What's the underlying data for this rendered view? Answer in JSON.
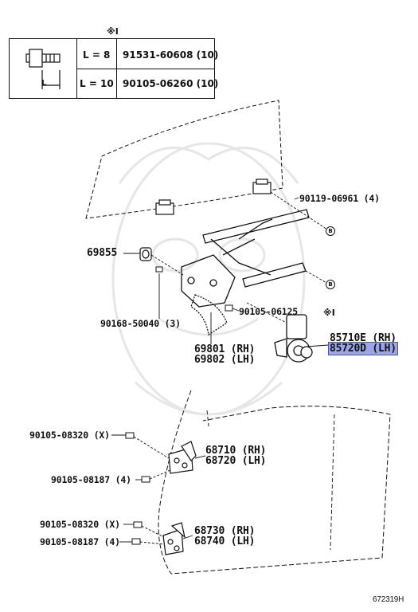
{
  "bolt_table": {
    "mark": "※I",
    "dimension_label": "L",
    "rows": [
      {
        "length": "L = 8",
        "part": "91531-60608 (10)"
      },
      {
        "length": "L = 10",
        "part": "90105-06260 (10)"
      }
    ]
  },
  "callouts": {
    "c1": "90119-06961 (4)",
    "c2": "69855",
    "c3": "90105-06125",
    "c4": "※I",
    "c5": "90168-50040 (3)",
    "c6a": "69801 (RH)",
    "c6b": "69802 (LH)",
    "c7a": "85710E (RH)",
    "c7b": "85720D (LH)",
    "c8": "90105-08320 (X)",
    "c9a": "68710 (RH)",
    "c9b": "68720 (LH)",
    "c10": "90105-08187 (4)",
    "c11": "90105-08320 (X)",
    "c12a": "68730 (RH)",
    "c12b": "68740 (LH)",
    "c13": "90105-08187 (4)"
  },
  "ref_marks": {
    "b1": "B",
    "b2": "B"
  },
  "figure_code": "672319H",
  "colors": {
    "line": "#111111",
    "highlight": "#9aa6e8",
    "watermark": "#e8e8e8"
  }
}
